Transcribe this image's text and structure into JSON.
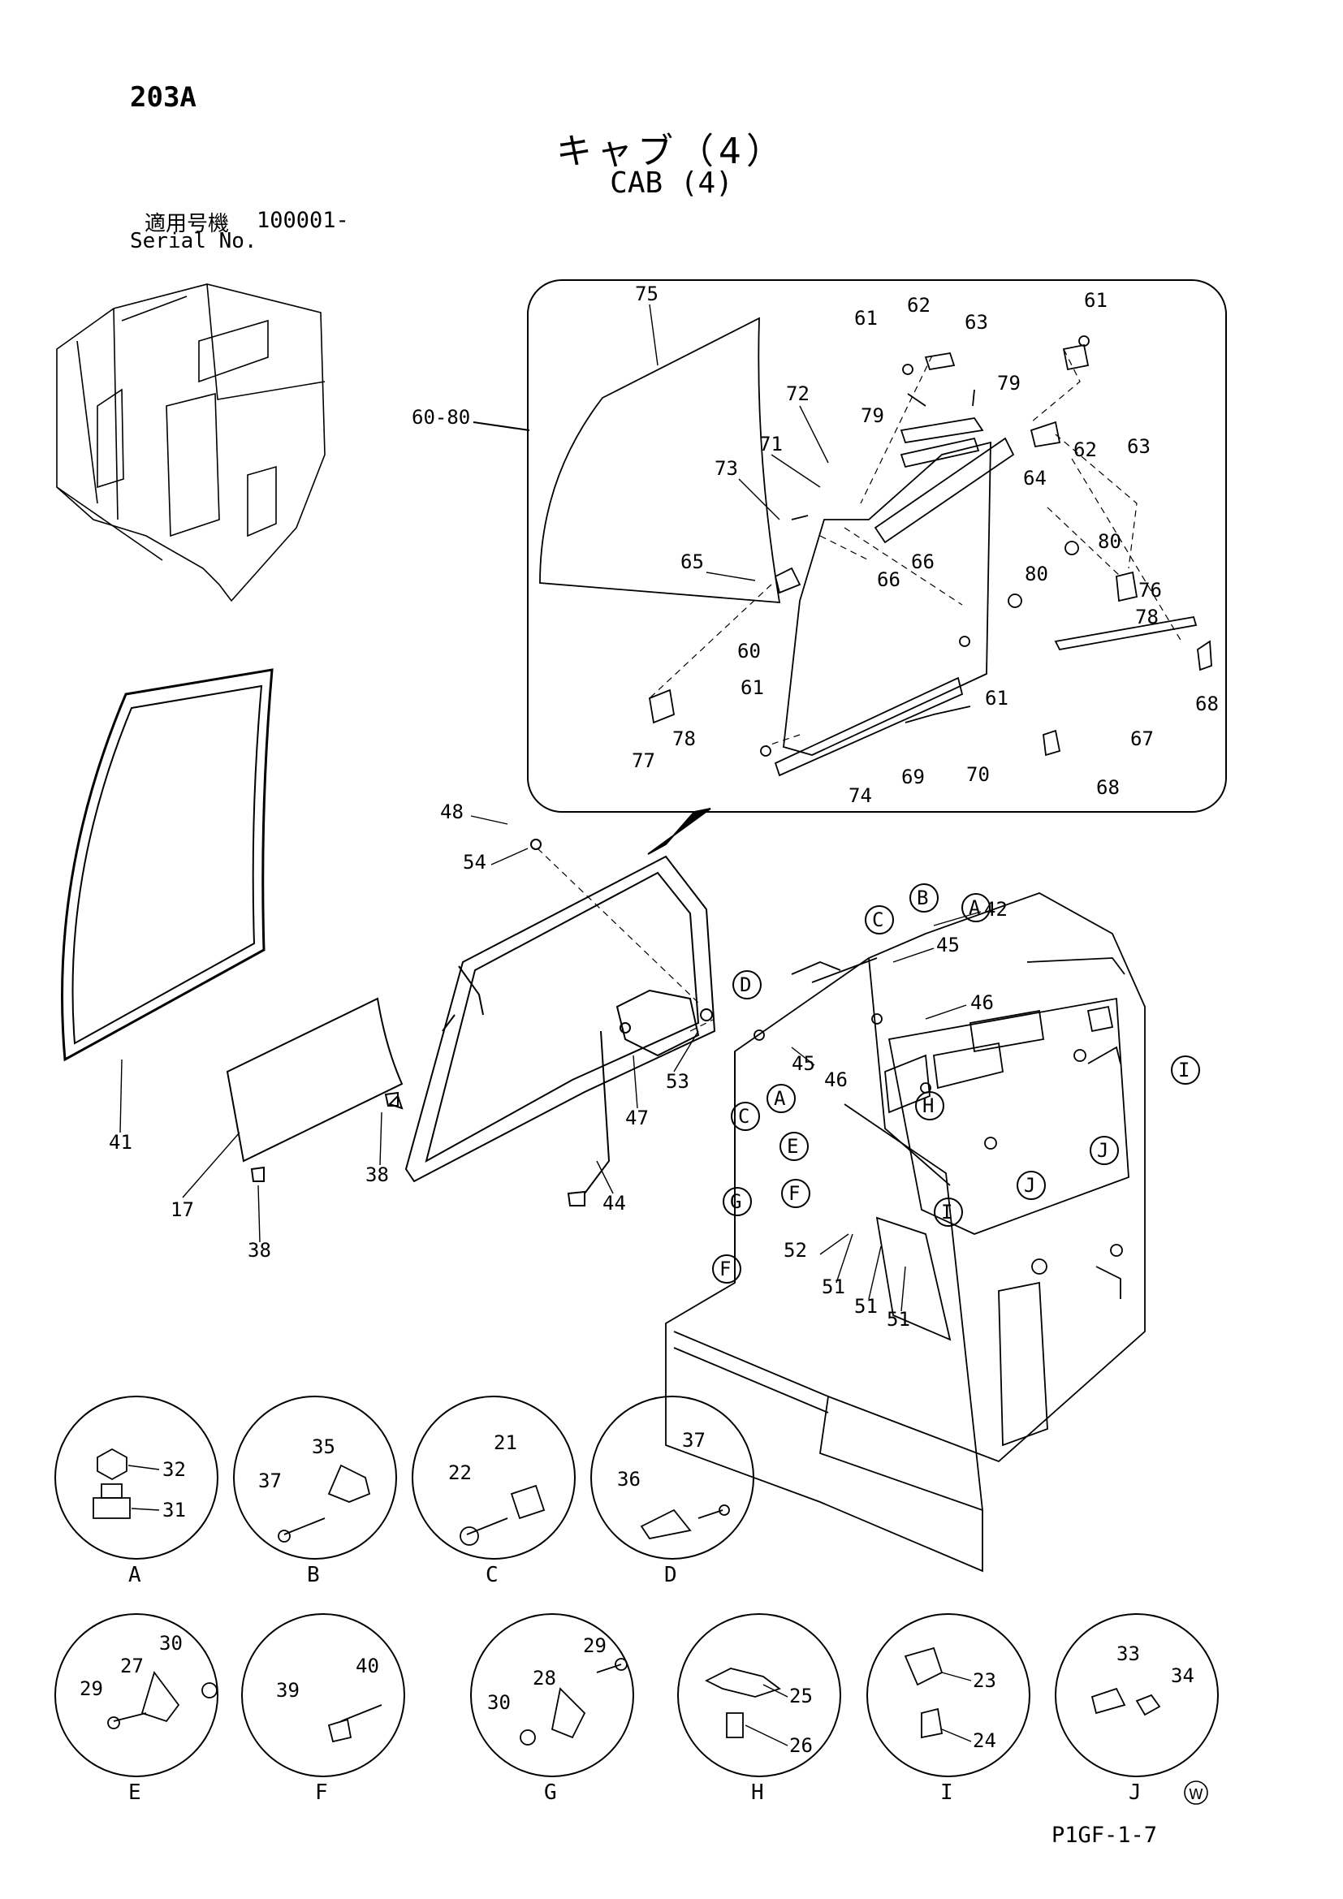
{
  "header": {
    "page_code": "203A",
    "title_jp": "キャブ（4）",
    "title_en": "CAB (4)",
    "serial_jp": "適用号機",
    "serial_value": "100001-",
    "serial_en": "Serial No."
  },
  "footer": {
    "doc_code": "P1GF-1-7",
    "watermark": "W"
  },
  "inset": {
    "range_label": "60-80",
    "callouts": [
      "75",
      "72",
      "71",
      "73",
      "65",
      "61",
      "62",
      "63",
      "79",
      "79",
      "61",
      "62",
      "63",
      "64",
      "80",
      "80",
      "76",
      "78",
      "66",
      "66",
      "60",
      "61",
      "61",
      "77",
      "78",
      "69",
      "70",
      "74",
      "67",
      "68",
      "68"
    ]
  },
  "main": {
    "callouts": [
      "48",
      "54",
      "41",
      "17",
      "38",
      "38",
      "44",
      "47",
      "53",
      "42",
      "45",
      "46",
      "45",
      "46",
      "52",
      "51",
      "51",
      "51"
    ],
    "ref_circles": [
      "A",
      "B",
      "C",
      "D",
      "A",
      "C",
      "E",
      "F",
      "G",
      "F",
      "H",
      "I",
      "I",
      "J",
      "J"
    ]
  },
  "details": [
    {
      "letter": "A",
      "parts": [
        "32",
        "31"
      ]
    },
    {
      "letter": "B",
      "parts": [
        "35",
        "37"
      ]
    },
    {
      "letter": "C",
      "parts": [
        "21",
        "22"
      ]
    },
    {
      "letter": "D",
      "parts": [
        "37",
        "36"
      ]
    },
    {
      "letter": "E",
      "parts": [
        "30",
        "27",
        "29"
      ]
    },
    {
      "letter": "F",
      "parts": [
        "40",
        "39"
      ]
    },
    {
      "letter": "G",
      "parts": [
        "29",
        "28",
        "30"
      ]
    },
    {
      "letter": "H",
      "parts": [
        "25",
        "26"
      ]
    },
    {
      "letter": "I",
      "parts": [
        "23",
        "24"
      ]
    },
    {
      "letter": "J",
      "parts": [
        "33",
        "34"
      ]
    }
  ]
}
